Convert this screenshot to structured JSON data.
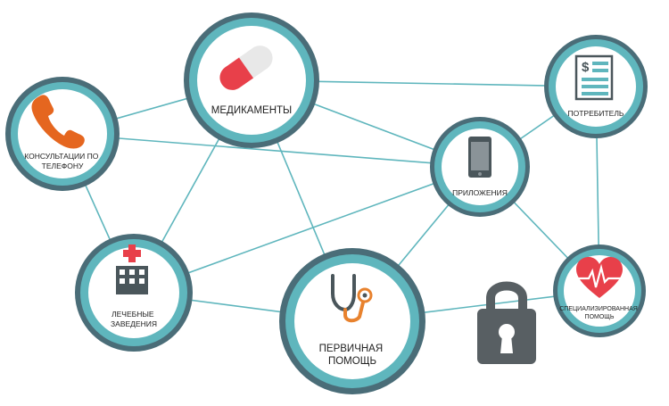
{
  "colors": {
    "ring_outer": "#4a6d78",
    "ring_mid": "#5fb6bd",
    "ring_inner": "#ffffff",
    "connector": "#5fb6bd",
    "pill_red": "#e8404a",
    "pill_white": "#e8e8e8",
    "phone_orange": "#e5661f",
    "cross_red": "#e8404a",
    "dark_gray": "#4a565b",
    "heart_red": "#e8404a",
    "stetho_orange": "#e8822e",
    "doc_teal": "#5fb6bd",
    "lock_gray": "#585f63"
  },
  "nodes": {
    "medications": {
      "label": [
        "МЕДИКАМЕНТЫ"
      ],
      "icon": "pill-icon"
    },
    "phone_consult": {
      "label": [
        "КОНСУЛЬТАЦИИ ПО",
        "ТЕЛЕФОНУ"
      ],
      "icon": "phone-icon"
    },
    "consumer": {
      "label": [
        "ПОТРЕБИТЕЛЬ"
      ],
      "icon": "invoice-icon"
    },
    "apps": {
      "label": [
        "ПРИЛОЖЕНИЯ"
      ],
      "icon": "smartphone-icon"
    },
    "facilities": {
      "label": [
        "ЛЕЧЕБНЫЕ",
        "ЗАВЕДЕНИЯ"
      ],
      "icon": "hospital-icon"
    },
    "primary_care": {
      "label": [
        "ПЕРВИЧНАЯ",
        "ПОМОЩЬ"
      ],
      "icon": "stethoscope-icon"
    },
    "specialized": {
      "label": [
        "СПЕЦИАЛИЗИРОВАННАЯ",
        "ПОМОЩЬ"
      ],
      "icon": "heart-pulse-icon"
    }
  },
  "decor": {
    "lock": "lock-icon"
  }
}
